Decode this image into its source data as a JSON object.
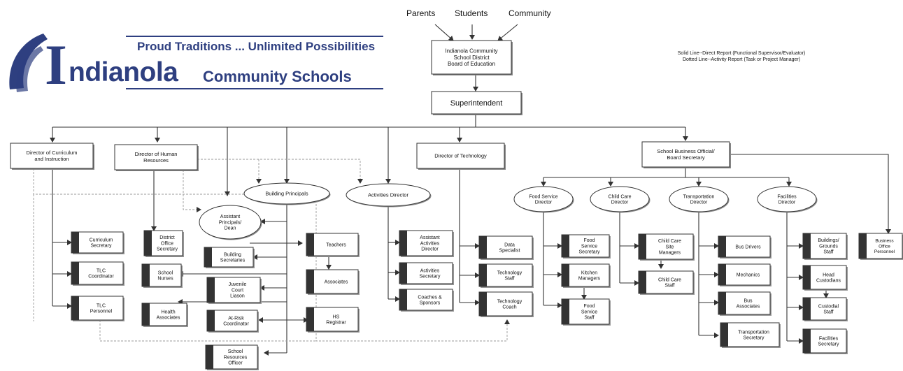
{
  "logo": {
    "tagline": "Proud Traditions ... Unlimited Possibilities",
    "initial": "I",
    "name_rest": "ndianola",
    "subtitle": "Community Schools",
    "color": "#2e3f80"
  },
  "stakeholders": [
    "Parents",
    "Students",
    "Community"
  ],
  "legend": [
    "Solid Line--Direct Report (Functional Supervisor/Evaluator)",
    "Dotted Line--Activity Report (Task or Project Manager)"
  ],
  "nodes": {
    "board": "Indianola Community\nSchool District\nBoard of Education",
    "superintendent": "Superintendent",
    "dir_curriculum": "Director of Curriculum\nand Instruction",
    "dir_hr": "Director of Human\nResources",
    "building_principals": "Building Principals",
    "activities_director": "Activities Director",
    "dir_technology": "Director of Technology",
    "business_official": "School Business Official/\nBoard Secretary",
    "asst_principals": "Assistant\nPrincipals/\nDean",
    "food_service_director": "Food Service\nDirector",
    "child_care_director": "Child Care\nDirector",
    "transportation_director": "Transportation\nDirector",
    "facilities_director": "Facilities\nDirector",
    "curriculum_secretary": "Curriculum\nSecretary",
    "tlc_coordinator": "TLC\nCoordinator",
    "tlc_personnel": "TLC\nPersonnel",
    "district_office_secretary": "District\nOffice\nSecretary",
    "school_nurses": "School\nNurses",
    "health_associates": "Health\nAssociates",
    "building_secretaries": "Building\nSecretaries",
    "juvenile_court_liaison": "Juvenile\nCourt\nLiason",
    "at_risk_coordinator": "At-Risk\nCoordinator",
    "school_resources_officer": "School\nResources\nOfficer",
    "teachers": "Teachers",
    "associates": "Associates",
    "hs_registrar": "HS\nRegistrar",
    "asst_activities_director": "Assistant\nActivities\nDirector",
    "activities_secretary": "Activities\nSecretary",
    "coaches_sponsors": "Coaches &\nSponsors",
    "data_specialist": "Data\nSpecialist",
    "technology_staff": "Technology\nStaff",
    "technology_coach": "Technology\nCoach",
    "food_service_secretary": "Food\nService\nSecretary",
    "kitchen_managers": "Kitchen\nManagers",
    "food_service_staff": "Food\nService\nStaff",
    "child_care_site_managers": "Child Care\nSite\nManagers",
    "child_care_staff": "Child Care\nStaff",
    "bus_drivers": "Bus Drivers",
    "mechanics": "Mechanics",
    "bus_associates": "Bus\nAssociates",
    "transportation_secretary": "Transportation\nSecretary",
    "buildings_grounds_staff": "Buildings/\nGrounds\nStaff",
    "head_custodians": "Head\nCustodians",
    "custodial_staff": "Custodial\nStaff",
    "facilities_secretary": "Facilities\nSecretary",
    "business_office_personnel": "Business\nOffice\nPersonnel"
  }
}
